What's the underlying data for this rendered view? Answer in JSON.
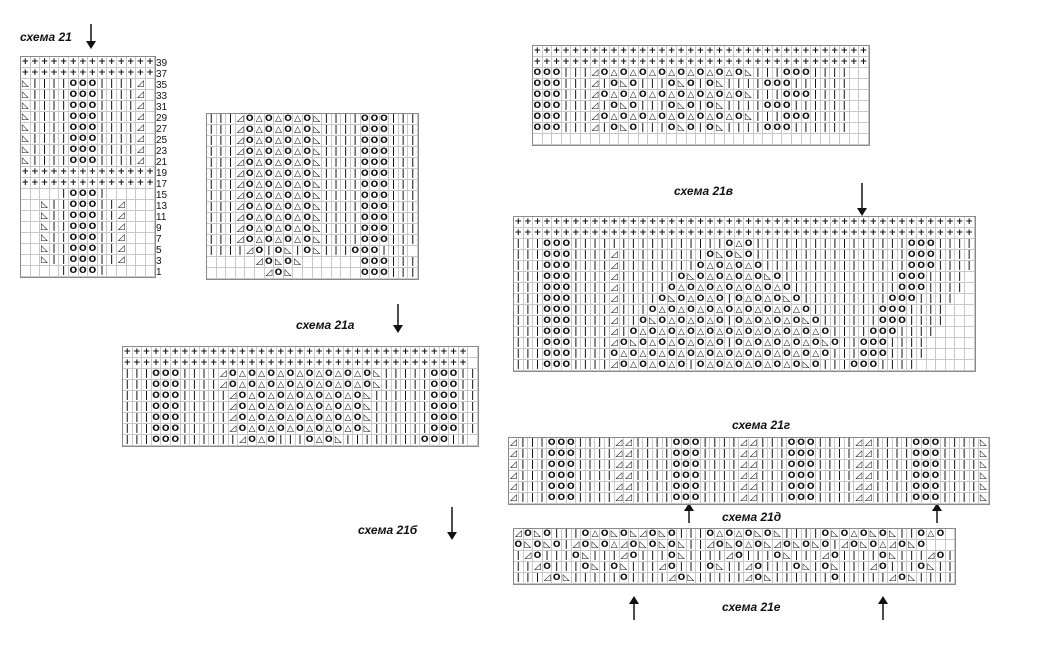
{
  "labels": {
    "s21": "схема 21",
    "s21a": "схема 21а",
    "s21b": "схема 21б",
    "s21v": "схема 21в",
    "s21g": "схема 21г",
    "s21d": "схема 21д",
    "s21e": "схема 21е"
  },
  "row_numbers_21": [
    "39",
    "37",
    "35",
    "33",
    "31",
    "29",
    "27",
    "25",
    "23",
    "21",
    "19",
    "17",
    "15",
    "13",
    "11",
    "9",
    "7",
    "5",
    "3",
    "1"
  ],
  "symbols": {
    "knit": "|",
    "purl": "+",
    "yo": "o",
    "k2tog_left": "◺",
    "k2tog_right": "◿",
    "triangle": "△",
    "empty": "."
  },
  "charts": {
    "c21": {
      "rows": [
        "++++++++++++++",
        "++++++++++++++",
        "◺||||ooo||||◿.",
        "◺||||ooo||||◿.",
        "◺||||ooo||||◿.",
        "◺||||ooo||||◿.",
        "◺||||ooo||||◿.",
        "◺||||ooo||||◿.",
        "◺||||ooo||||◿.",
        "◺||||ooo||||◿.",
        "++++++++++++++",
        "++++++++++++++",
        "....|ooo|.....",
        "..◺||ooo||◿...",
        "..◺||ooo||◿...",
        "..◺||ooo||◿...",
        "..◺||ooo||◿...",
        "..◺||ooo||◿...",
        "..◺||ooo||◿...",
        "....|ooo|....."
      ]
    },
    "c21a": {
      "rows": [
        "|||◿o△o△o△o◺||||ooo|||",
        "|||◿o△o△o△o◺||||ooo|||",
        "|||◿o△o△o△o◺||||ooo|||",
        "|||◿o△o△o△o◺||||ooo|||",
        "|||◿o△o△o△o◺||||ooo|||",
        "|||◿o△o△o△o◺||||ooo|||",
        "|||◿o△o△o△o◺||||ooo|||",
        "|||◿o△o△o△o◺||||ooo|||",
        "|||◿o△o△o△o◺||||ooo|||",
        "|||◿o△o△o△o◺||||ooo|||",
        "|||◿o△o△o△o◺||||ooo|||",
        "|||◿o△o△o△o◺||||ooo|||",
        "||||◿o|o◺|o◺|||ooo|||",
        ".....◿o◺o◺......ooo|||",
        "......◿o◺.......ooo|||"
      ]
    },
    "c21b": {
      "rows": [
        "++++++++++++++++++++++++++++++++++++",
        "++++++++++++++++++++++++++++++++++++",
        "|||ooo||||◿o△o△o△o△o△o△o△o◺|||||ooo||",
        "|||ooo||||◿o△o△o△o△o△o△o△o◺|||||ooo||",
        "|||ooo|||||◿o△o△o△o△o△o△o◺||||||ooo||",
        "|||ooo|||||◿o△o△o△o△o△o△o◺||||||ooo||",
        "|||ooo|||||◿o△o△o△o△o△o△o◺||||||ooo||",
        "|||ooo|||||◿o△o△o△o△o△o△o◺||||||ooo||",
        "|||ooo||||||◿o△o|||o△o◺||||||||ooo||"
      ]
    },
    "c21v": {
      "rows": [
        "+++++++++++++++++++++++++++++++++++",
        "+++++++++++++++++++++++++++++++++++",
        "ooo|||◿o△o△o△o△o△o△o△o◺|||ooo||||",
        "ooo|||◿|o◺o|||o◺o|o◺||||ooo||||||",
        "ooo|||◿o△o△o△o△o△o△o△o◺|||ooo||||",
        "ooo|||◿|o◺o|||o◺o|o◺||||ooo||||||",
        "ooo|||◿o△o△o△o△o△o△o△o◺|||ooo||||",
        "ooo|||◿|o◺o|||o◺o|o◺||||ooo||||||",
        "..................................."
      ]
    },
    "c21g": {
      "rows": [
        "++++++++++++++++++++++++++++++++++++++++++++++++",
        "++++++++++++++++++++++++++++++++++++++++++++++++",
        "|||ooo||||||||||||||||o△o||||||||||||||||ooo||||",
        "|||ooo||||◿|||||||||o◺o◺o||||||||||||||||ooo||||",
        "|||ooo||||◿||||||||o△o△o△o|||||||||||||||ooo||||",
        "|||ooo||||◿||||||o◺o△o△o△o◺o||||||||||||ooo||||",
        "|||ooo||||◿|||||o△o△o△o△o△o△o|||||||||||ooo||||",
        "|||ooo||||◿||||o◺o△o△o|o△o△o◺o|||||||||ooo||||",
        "|||ooo||||◿|||o△o△o△o△o△o△o△o△o|||||||ooo||||",
        "|||ooo||||◿||o◺o△o△o△o|o△o△o△o◺o||||||ooo||||",
        "|||ooo||||◿|o△o△o△o△o△o△o△o△o△o△o||||ooo||||",
        "|||ooo||||◿o◺o△o△o△o△o|o△o△o△o△o◺o||ooo||||",
        "|||ooo||||o△o△o△o△o△o△o△o△o△o△o△o|||ooo||||",
        "|||ooo||||◿o△o△o△o|o△o△o△o△o△o◺o|||ooo||||"
      ]
    },
    "c21d": {
      "rows": [
        "◿|||ooo||||◿◿||||ooo||||◿◿|||ooo||||◿◿||||ooo||||◺",
        "◿|||ooo||||◿◿||||ooo||||◿◿|||ooo||||◿◿||||ooo||||◺",
        "◿|||ooo||||◿◿||||ooo||||◿◿|||ooo||||◿◿||||ooo||||◺",
        "◿|||ooo||||◿◿||||ooo||||◿◿|||ooo||||◿◿||||ooo||||◺",
        "◿|||ooo||||◿◿||||ooo||||◿◿|||ooo||||◿◿||||ooo||||◺",
        "◿|||ooo||||◿◿||||ooo||||◿◿|||ooo||||◿◿||||ooo||||◺"
      ]
    },
    "c21e": {
      "rows": [
        "◿o◺o|||o△o◺o◺◿o◺o|||o△o△o◺o◺||||o◺o△o◺o◺||o△o",
        "o◺o◺o|◿o◺o△◿o◺o◺o◺||◿o◺o△o◺◿o◺o◺o|◿o◺o△◿o◺o",
        "|◿o|||o◺|||◿o|||o◺||||◿o|||o◺|||◿o||||o◺|||◿o|",
        "||◿o|||o◺|o◺|||◿o|||o◺||◿o|||o◺|o◺|||◿o|||o◺||",
        "|||◿o◺|||||o||||◿o◺|||||◿o◺||||||o|||||◿o◺||||"
      ]
    }
  }
}
